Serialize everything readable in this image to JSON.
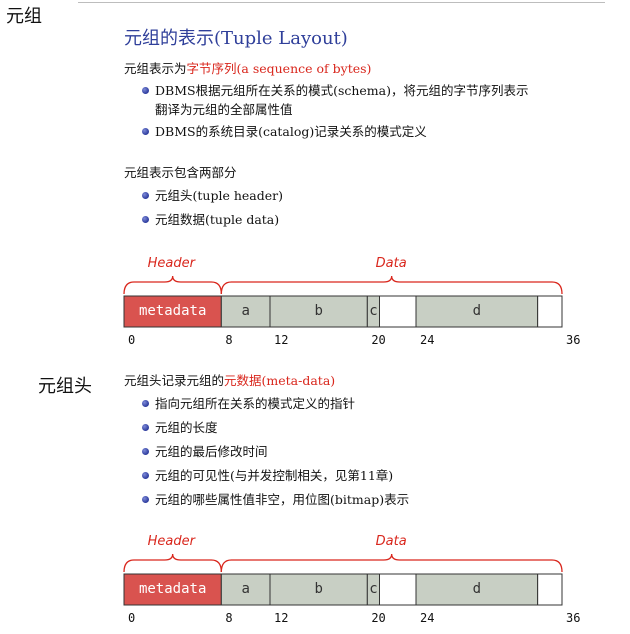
{
  "section1": {
    "label": "元组",
    "title": "元组的表示(Tuple Layout)",
    "intro_prefix": "元组表示为",
    "intro_highlight": "字节序列(a sequence of bytes)",
    "bullets": [
      {
        "line1": "DBMS根据元组所在关系的模式(schema)，将元组的字节序列表示",
        "line2": "翻译为元组的全部属性值"
      },
      {
        "line1": "DBMS的系统目录(catalog)记录关系的模式定义"
      }
    ],
    "parts_intro": "元组表示包含两部分",
    "parts": [
      "元组头(tuple header)",
      "元组数据(tuple data)"
    ]
  },
  "diagram": {
    "header_label": "Header",
    "data_label": "Data",
    "cells": [
      {
        "label": "metadata",
        "start": 0,
        "end": 8,
        "color": "#d9534f",
        "text_color": "#ffffff"
      },
      {
        "label": "a",
        "start": 8,
        "end": 12,
        "color": "#c8cfc4",
        "text_color": "#333333"
      },
      {
        "label": "b",
        "start": 12,
        "end": 20,
        "color": "#c8cfc4",
        "text_color": "#333333"
      },
      {
        "label": "c",
        "start": 20,
        "end": 21,
        "color": "#c8cfc4",
        "text_color": "#333333"
      },
      {
        "label": "",
        "start": 21,
        "end": 24,
        "color": "#ffffff",
        "text_color": "#333333"
      },
      {
        "label": "d",
        "start": 24,
        "end": 34,
        "color": "#c8cfc4",
        "text_color": "#333333"
      },
      {
        "label": "",
        "start": 34,
        "end": 36,
        "color": "#ffffff",
        "text_color": "#333333"
      }
    ],
    "ticks": [
      "0",
      "8",
      "12",
      "20",
      "24",
      "36"
    ],
    "tick_values": [
      0,
      8,
      12,
      20,
      24,
      36
    ],
    "total": 36
  },
  "section2": {
    "label": "元组头",
    "intro_prefix": "元组头记录元组的",
    "intro_highlight": "元数据(meta-data)",
    "bullets": [
      "指向元组所在关系的模式定义的指针",
      "元组的长度",
      "元组的最后修改时间",
      "元组的可见性(与并发控制相关，见第11章)",
      "元组的哪些属性值非空，用位图(bitmap)表示"
    ]
  },
  "colors": {
    "accent_blue": "#2f3f9a",
    "accent_red": "#d9261c"
  }
}
